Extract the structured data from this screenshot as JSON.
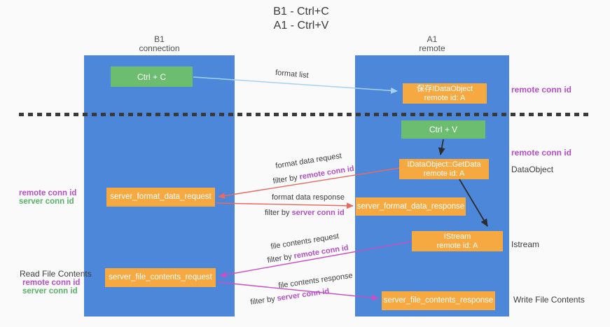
{
  "title": {
    "line1": "B1 - Ctrl+C",
    "line2": "A1 - Ctrl+V"
  },
  "lanes": {
    "b1": {
      "name": "B1",
      "role": "connection"
    },
    "a1": {
      "name": "A1",
      "role": "remote"
    }
  },
  "boxes": {
    "ctrl_c": "Ctrl + C",
    "ctrl_v": "Ctrl + V",
    "save_idataobject": {
      "line1": "保存IDataObject",
      "line2": "remote id: A"
    },
    "getdata": {
      "line1": "IDataObject::GetData",
      "line2": "remote id: A"
    },
    "istream": {
      "line1": "IStream",
      "line2": "remote id: A"
    },
    "server_format_data_request": "server_format_data_request",
    "server_format_data_response": "server_format_data_response",
    "server_file_contents_request": "server_file_contents_request",
    "server_file_contents_response": "server_file_contents_response"
  },
  "annotations": {
    "right_remote_conn_id_top": "remote conn id",
    "right_remote_conn_id_mid": "remote conn id",
    "dataobject": "DataObject",
    "istream": "Istream",
    "write_file_contents": "Write File Contents",
    "read_file_contents": "Read File Contents",
    "left1_remote_conn_id": "remote conn id",
    "left1_server_conn_id": "server conn id",
    "left2_remote_conn_id": "remote conn id",
    "left2_server_conn_id": "server conn id"
  },
  "arrows": {
    "format_list": "format list",
    "format_data_request": "format data request",
    "format_data_response": "format data response",
    "file_contents_request": "file contents request",
    "file_contents_response": "file contents response",
    "filter_by": "filter by",
    "remote_conn_id": "remote conn id",
    "server_conn_id": "server conn id"
  },
  "colors": {
    "lane_blue": "#4d87d9",
    "box_orange": "#f6a941",
    "box_green": "#6cbd70",
    "purple_text": "#b44fc8",
    "green_text": "#56b264",
    "arrow_red": "#e96a5f",
    "arrow_magenta": "#c94fc4",
    "arrow_light_blue": "#a5d2f2",
    "arrow_black": "#2d2d2d",
    "background": "#fafafa"
  }
}
